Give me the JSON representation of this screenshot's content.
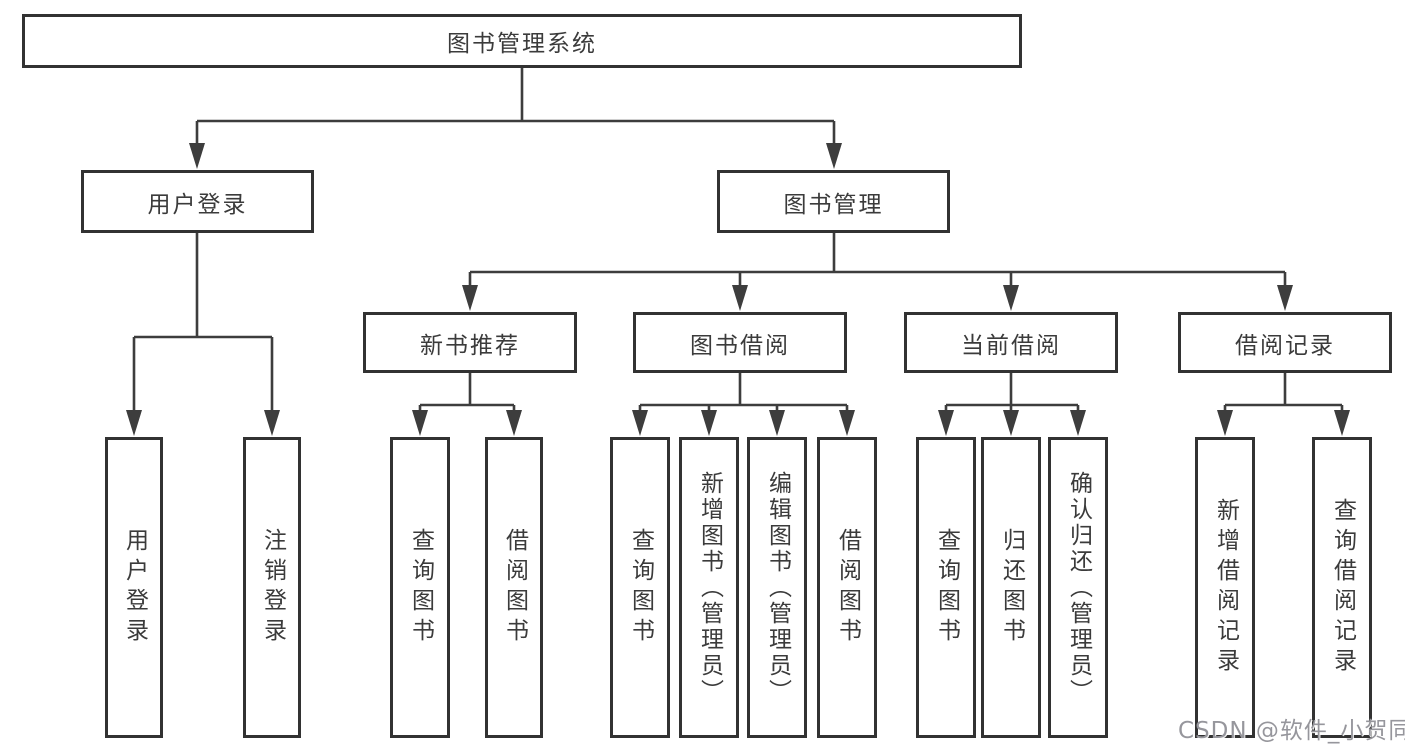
{
  "root": {
    "label": "图书管理系统"
  },
  "branches": [
    {
      "label": "用户登录",
      "children": [
        {
          "label": "用户登录"
        },
        {
          "label": "注销登录"
        }
      ]
    },
    {
      "label": "图书管理",
      "groups": [
        {
          "label": "新书推荐",
          "children": [
            {
              "label": "查询图书"
            },
            {
              "label": "借阅图书"
            }
          ]
        },
        {
          "label": "图书借阅",
          "children": [
            {
              "label": "查询图书"
            },
            {
              "label": "新增图书（管理员）"
            },
            {
              "label": "编辑图书（管理员）"
            },
            {
              "label": "借阅图书"
            }
          ]
        },
        {
          "label": "当前借阅",
          "children": [
            {
              "label": "查询图书"
            },
            {
              "label": "归还图书"
            },
            {
              "label": "确认归还（管理员）"
            }
          ]
        },
        {
          "label": "借阅记录",
          "children": [
            {
              "label": "新增借阅记录"
            },
            {
              "label": "查询借阅记录"
            }
          ]
        }
      ]
    }
  ],
  "watermark": "CSDN @软件_小贺同学",
  "colors": {
    "line": "#3d3d3d",
    "box_border": "#323232",
    "box_fill": "#ffffff",
    "text": "#3b3b3b",
    "watermark": "#96969c",
    "background": "#ffffff"
  }
}
